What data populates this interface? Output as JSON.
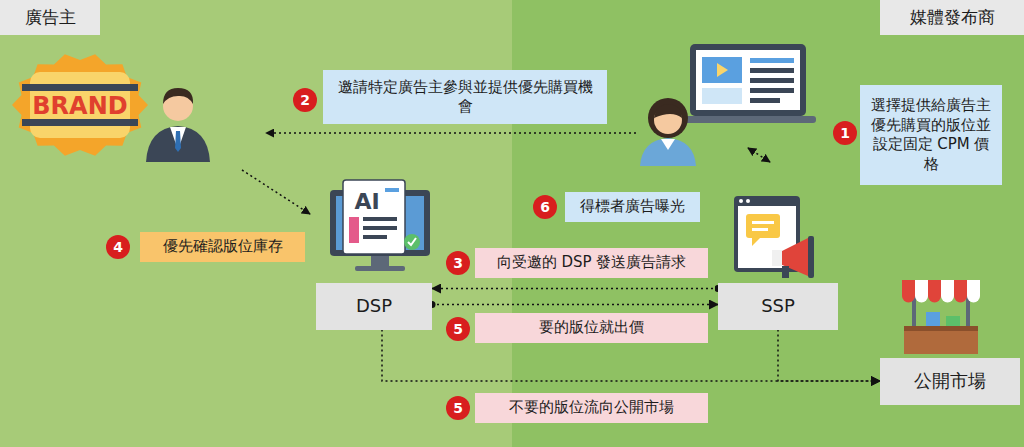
{
  "diagram": {
    "nodes": [
      {
        "text": [
          "廣告主"
        ]
      },
      {
        "text": [
          "媒體發布商"
        ]
      },
      {
        "text": [
          "邀請特定廣告主參與並提供優先購買機會"
        ]
      },
      {
        "text": [
          "選擇提供給廣告主優先購買的版位並設定固定 CPM 價格"
        ]
      },
      {
        "text": [
          "得標者廣告曝光"
        ]
      },
      {
        "text": [
          "優先確認版位庫存"
        ]
      },
      {
        "text": [
          "向受邀的 DSP 發送廣告請求"
        ]
      },
      {
        "text": [
          "DSP"
        ]
      },
      {
        "text": [
          "SSP"
        ]
      },
      {
        "text": [
          "要的版位就出價"
        ]
      },
      {
        "text": [
          "公開市場"
        ]
      },
      {
        "text": [
          "不要的版位流向公開市場"
        ]
      }
    ],
    "edges": [
      {
        "from": 8,
        "to": 7,
        "arrow": "to"
      },
      {
        "from": 7,
        "to": 8,
        "arrow": "to"
      },
      {
        "from": 7,
        "to": 10,
        "arrow": "to"
      },
      {
        "from": 8,
        "to": 10,
        "arrow": "to"
      }
    ],
    "labels": [
      "BRAND",
      "2",
      "1",
      "6",
      "AI",
      "4",
      "3",
      "5",
      "5"
    ]
  }
}
